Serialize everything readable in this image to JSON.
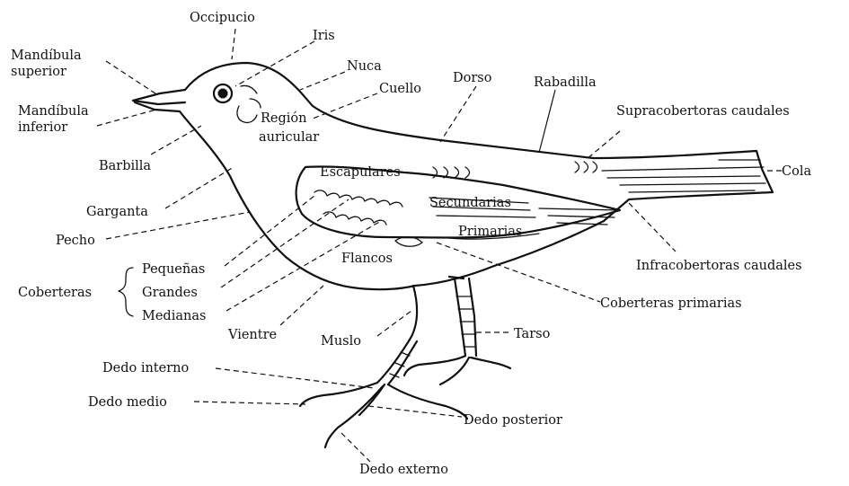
{
  "labels": {
    "occipucio": "Occipucio",
    "iris": "Iris",
    "nuca": "Nuca",
    "cuello": "Cuello",
    "dorso": "Dorso",
    "rabadilla": "Rabadilla",
    "supracobertoras": "Supracobertoras caudales",
    "cola": "Cola",
    "mandibula_superior_1": "Mandíbula",
    "mandibula_superior_2": "superior",
    "mandibula_inferior_1": "Mandíbula",
    "mandibula_inferior_2": "inferior",
    "region_auricular_1": "Región",
    "region_auricular_2": "auricular",
    "barbilla": "Barbilla",
    "escapulares": "Escapulares",
    "secundarias": "Secundarias",
    "primarias": "Primarias",
    "garganta": "Garganta",
    "pecho": "Pecho",
    "flancos": "Flancos",
    "infracobertoras": "Infracobertoras caudales",
    "coberteras": "Coberteras",
    "pequenas": "Pequeñas",
    "grandes": "Grandes",
    "medianas": "Medianas",
    "coberteras_primarias": "Coberteras primarias",
    "vientre": "Vientre",
    "muslo": "Muslo",
    "tarso": "Tarso",
    "dedo_interno": "Dedo interno",
    "dedo_medio": "Dedo medio",
    "dedo_posterior": "Dedo posterior",
    "dedo_externo": "Dedo externo"
  }
}
